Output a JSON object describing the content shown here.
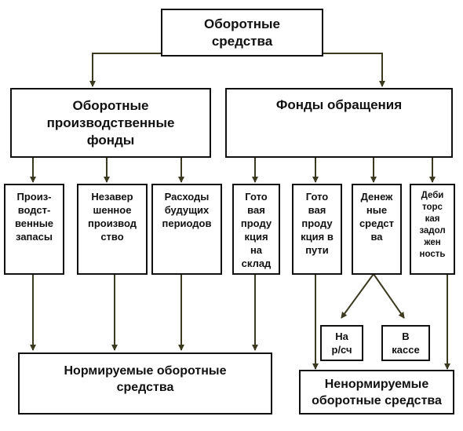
{
  "root": {
    "label": "Оборотные\nсредства"
  },
  "groups": {
    "production": "Оборотные\nпроизводственные\nфонды",
    "circulation": "Фонды обращения"
  },
  "items": {
    "reserves": "Произ-\nводст-\nвенные\nзапасы",
    "wip": "Незавер\nшенное\nпроизвод\nство",
    "deferred": "Расходы\nбудущих\nпериодов",
    "finished": "Гото\nвая\nпроду\nкция\nна\nсклад",
    "shipped": "Гото\nвая\nпроду\nкция в\nпути",
    "cash": "Денеж\nные\nсредст\nва",
    "receivables": "Деби\nторс\nкая\nзадол\nжен\nность"
  },
  "cash_parts": {
    "account": "На\nр/сч",
    "register": "В\nкассе"
  },
  "results": {
    "normed": "Нормируемые  оборотные\nсредства",
    "non_normed": "Ненормируемые\nоборотные средства"
  }
}
